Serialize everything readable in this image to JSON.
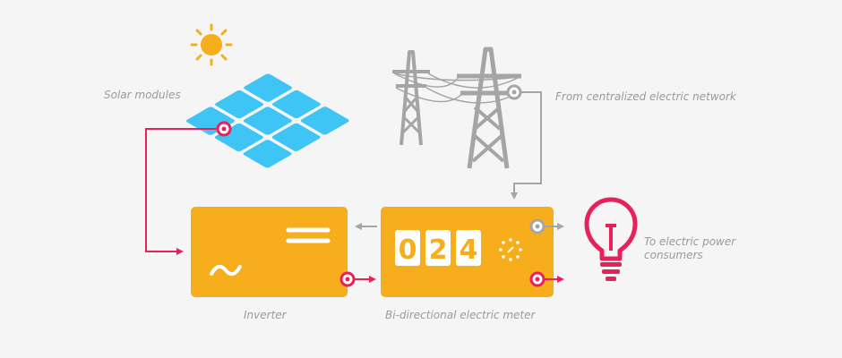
{
  "labels": {
    "solar": "Solar modules",
    "grid": "From centralized electric network",
    "consumers": "To electric power\nconsumers",
    "inverter": "Inverter",
    "meter": "Bi-directional electric meter"
  },
  "meter": {
    "digits": [
      "0",
      "2",
      "4"
    ]
  },
  "inverter": {
    "ac_symbol": "~"
  },
  "colors": {
    "background": "#f5f5f5",
    "box": "#f7ae1c",
    "solar_panel": "#3ec5f5",
    "sun": "#f7ae1c",
    "tower": "#a5a5a5",
    "grid_line": "#a5a5a5",
    "solar_line": "#e8215a",
    "bulb": "#e8215a",
    "label": "#9a9a9a"
  }
}
